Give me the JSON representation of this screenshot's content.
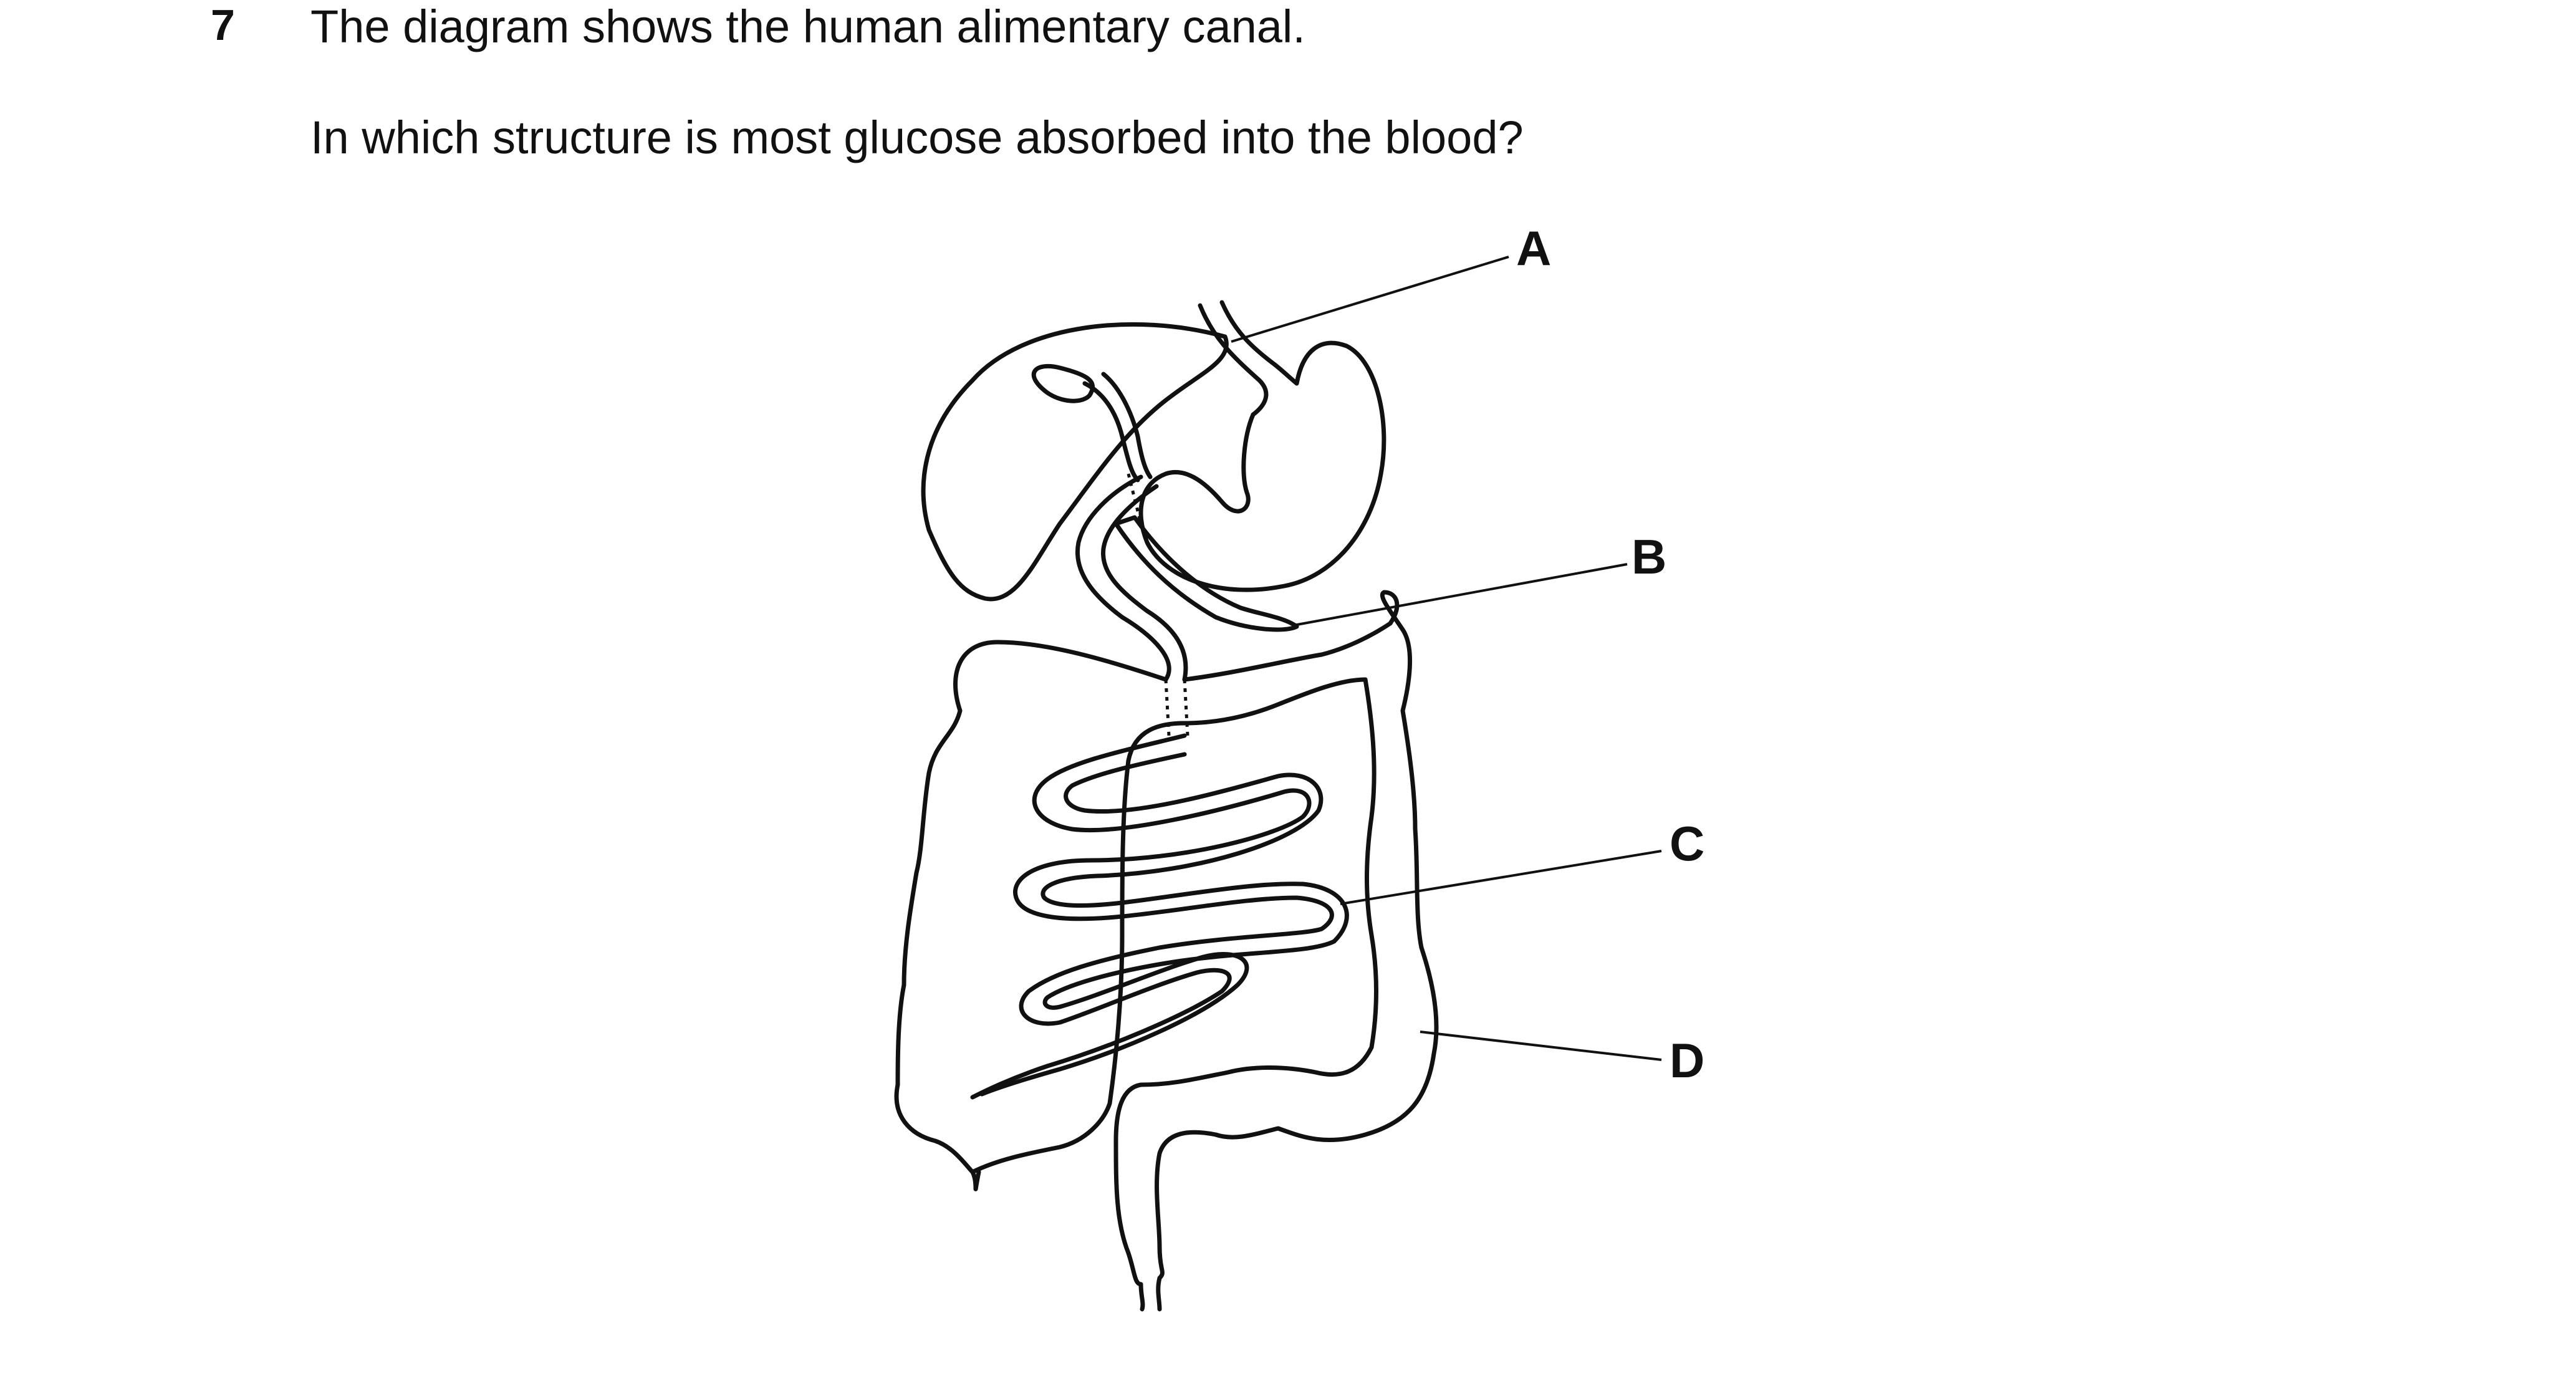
{
  "question": {
    "number": "7",
    "stem": "The diagram shows the human alimentary canal.",
    "prompt": "In which structure is most glucose absorbed into the blood?"
  },
  "diagram": {
    "labels": {
      "a": "A",
      "b": "B",
      "c": "C",
      "d": "D"
    }
  }
}
